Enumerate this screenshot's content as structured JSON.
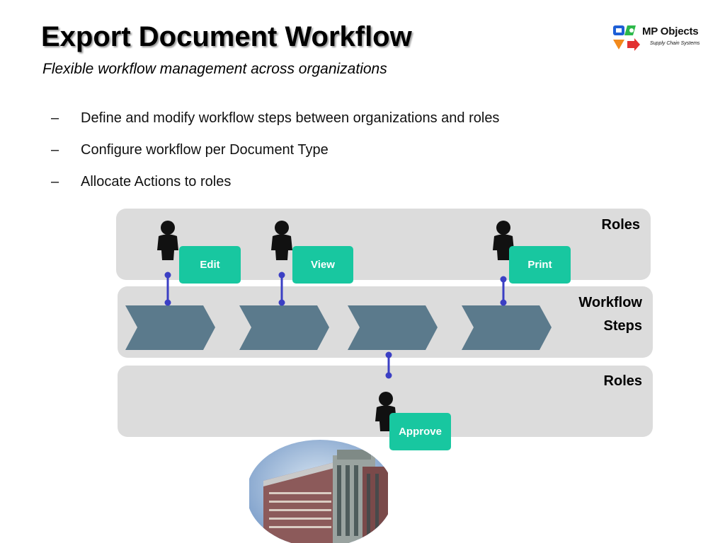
{
  "header": {
    "title": "Export Document Workflow",
    "subtitle": "Flexible workflow management across organizations"
  },
  "logo": {
    "name": "MP Objects",
    "tagline": "Supply Chain Systems"
  },
  "bullets": [
    {
      "marker": "–",
      "text": "Define and modify workflow steps between organizations and roles"
    },
    {
      "marker": "–",
      "text": "Configure workflow per Document Type"
    },
    {
      "marker": "–",
      "text": "Allocate Actions to roles"
    }
  ],
  "diagram": {
    "top_band_label": "Roles",
    "middle_band_label_line1": "Workflow",
    "middle_band_label_line2": "Steps",
    "bottom_band_label": "Roles",
    "actions": {
      "edit": "Edit",
      "view": "View",
      "print": "Print",
      "approve": "Approve"
    }
  },
  "colors": {
    "band": "#dcdcdc",
    "action": "#18c7a0",
    "step": "#5b7a8c",
    "connector": "#3b3fc4"
  },
  "icons": [
    "person-icon",
    "workflow-step-chevron",
    "building-photo",
    "mp-objects-logo-icon"
  ]
}
